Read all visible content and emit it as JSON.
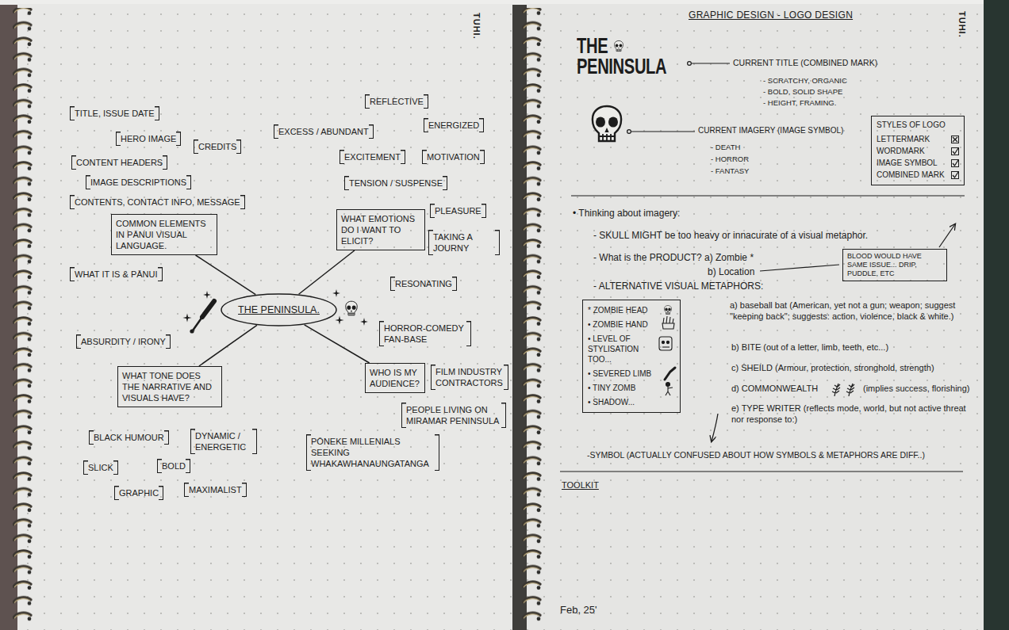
{
  "diagram": {
    "title": "GRAPHIC DESIGN - LOGO DESIGN",
    "nodes": [
      {
        "text": [
          "TITLE, ISSUE DATE"
        ]
      },
      {
        "text": [
          "HERO IMAGE"
        ]
      },
      {
        "text": [
          "CREDITS"
        ]
      },
      {
        "text": [
          "CONTENT HEADERS"
        ]
      },
      {
        "text": [
          "IMAGE DESCRIPTIONS"
        ]
      },
      {
        "text": [
          "CONTENTS, CONTACT INFO, MESSAGE"
        ]
      },
      {
        "text": [
          "COMMON ELEMENTS IN PĀNUI VISUAL LANGUAGE."
        ]
      },
      {
        "text": [
          "WHAT IT IS & PĀNUI"
        ]
      },
      {
        "text": [
          "REFLECTIVE"
        ]
      },
      {
        "text": [
          "EXCESS / ABUNDANT"
        ]
      },
      {
        "text": [
          "ENERGIZED"
        ]
      },
      {
        "text": [
          "EXCITEMENT"
        ]
      },
      {
        "text": [
          "MOTIVATION"
        ]
      },
      {
        "text": [
          "TENSION / SUSPENSE"
        ]
      },
      {
        "text": [
          "PLEASURE"
        ]
      },
      {
        "text": [
          "WHAT EMOTIONS DO I WANT TO ELICIT?"
        ]
      },
      {
        "text": [
          "TAKING A JOURNY"
        ]
      },
      {
        "text": [
          "RESONATING"
        ]
      },
      {
        "text": [
          "THE PENINSULA."
        ]
      },
      {
        "text": [
          "HORROR-COMEDY FAN-BASE"
        ]
      },
      {
        "text": [
          "ABSURDITY / IRONY"
        ]
      },
      {
        "text": [
          "WHAT TONE DOES THE NARRATIVE AND VISUALS HAVE?"
        ]
      },
      {
        "text": [
          "WHO IS MY AUDIENCE?"
        ]
      },
      {
        "text": [
          "FILM INDUSTRY CONTRACTORS"
        ]
      },
      {
        "text": [
          "PŌNEKE MILLENIALS SEEKING WHAKAWHANAUNGATANGA"
        ]
      },
      {
        "text": [
          "PEOPLE LIVING ON MIRAMAR PENINSULA"
        ]
      },
      {
        "text": [
          "BLACK HUMOUR"
        ]
      },
      {
        "text": [
          "DYNAMIC / ENERGETIC"
        ]
      },
      {
        "text": [
          "SLICK"
        ]
      },
      {
        "text": [
          "BOLD"
        ]
      },
      {
        "text": [
          "GRAPHIC"
        ]
      },
      {
        "text": [
          "MAXIMALIST"
        ]
      },
      {
        "text": [
          "STYLES OF LOGO",
          "LETTERMARK",
          "WORDMARK",
          "IMAGE SYMBOL",
          "COMBINED MARK"
        ]
      },
      {
        "text": [
          "BLOOD WOULD HAVE SAME ISSUE... DRIP, PUDDLE, ETC"
        ]
      },
      {
        "text": [
          "* ZOMBIE HEAD",
          "• ZOMBIE HAND",
          "• LEVEL OF STYLISATION TOO...",
          "• SEVERED LIMB",
          "• TINY ZOMB",
          "• SHADOW..."
        ]
      }
    ],
    "edges": [
      {
        "from": 18,
        "to": 6,
        "arrow": "none"
      },
      {
        "from": 18,
        "to": 15,
        "arrow": "none"
      },
      {
        "from": 18,
        "to": 21,
        "arrow": "none"
      },
      {
        "from": 18,
        "to": 22,
        "arrow": "none"
      }
    ],
    "labels": [
      "TUHI.",
      "TUHI.",
      "THE",
      "PENINSULA",
      "CURRENT TITLE (COMBINED MARK)",
      "- SCRATCHY, ORGANIC",
      "- BOLD, SOLID SHAPE",
      "- HEIGHT, FRAMING.",
      "CURRENT IMAGERY (IMAGE SYMBOL)",
      "- DEATH",
      "- HORROR",
      "- FANTASY",
      "• Thinking about imagery:",
      "- SKULL MIGHT be too heavy or innacurate of a visual metaphor.",
      "- What is the PRODUCT? a) Zombie *",
      "b) Location",
      "- ALTERNATIVE VISUAL METAPHORS:",
      "a) baseball bat (American, yet not a gun; weapon; suggest \"keeping back\"; suggests: action, violence, black & white.)",
      "b) BITE (out of a letter, limb, teeth, etc...)",
      "c) SHEILD (Armour, protection, stronghold, strength)",
      "d) COMMONWEALTH",
      "(implies success, florishing)",
      "e) TYPE WRITER (reflects mode, world, but not active threat nor response to:)",
      "-SYMBOL (ACTUALLY CONFUSED ABOUT HOW SYMBOLS & METAPHORS ARE DIFF..)",
      "TOOLKIT",
      "Feb, 25'"
    ]
  }
}
